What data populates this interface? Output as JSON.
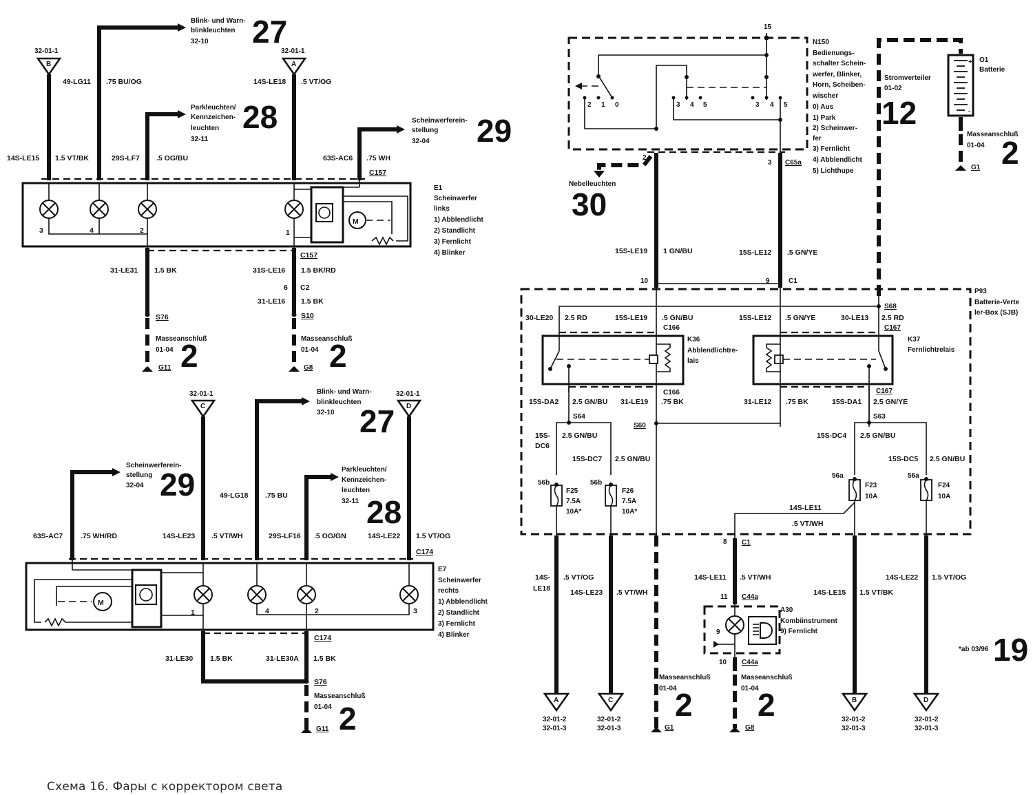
{
  "caption": "Схема 16. Фары с корректором света",
  "page_number": "19",
  "page_note": "*ab 03/96",
  "ground_label": "Masseanschluß",
  "ground_ref": "01-04",
  "ground_num": "2",
  "e1": {
    "id": "E1",
    "title_1": "Scheinwerfer",
    "title_2": "links",
    "legend": [
      "1)  Abblendlicht",
      "2)  Standlicht",
      "3)  Fernlicht",
      "4)  Blinker"
    ],
    "conn_top": "C157",
    "conn_bottom": "C157",
    "pins": [
      "3",
      "4",
      "2",
      "1"
    ],
    "conn_B": {
      "letter": "B",
      "ref": "32-01-1"
    },
    "conn_A": {
      "letter": "A",
      "ref": "32-01-1"
    },
    "wires": {
      "w1": {
        "code": "14S-LE15",
        "spec": "1.5 VT/BK"
      },
      "w2": {
        "code": "49-LG11",
        "spec": ".75 BU/OG"
      },
      "w3": {
        "code": "29S-LF7",
        "spec": ".5 OG/BU"
      },
      "w4": {
        "code": "14S-LE18",
        "spec": ".5 VT/OG"
      },
      "w5": {
        "code": "63S-AC6",
        "spec": ".75 WH"
      },
      "g1": {
        "code": "31-LE31",
        "spec": "1.5 BK"
      },
      "g2": {
        "code": "31S-LE16",
        "spec": "1.5 BK/RD"
      },
      "g3": {
        "code": "31-LE16",
        "spec": "1.5 BK"
      }
    },
    "c2_pin": "6",
    "c2": "C2",
    "splice_1": "S76",
    "splice_2": "S10",
    "ground_1": "G11",
    "ground_2": "G8",
    "ref27": {
      "text_1": "Blink- und Warn-",
      "text_2": "blinkleuchten",
      "ref": "32-10",
      "num": "27"
    },
    "ref28": {
      "text_1": "Parkleuchten/",
      "text_2": "Kennzeichen-",
      "text_3": "leuchten",
      "ref": "32-11",
      "num": "28"
    },
    "ref29": {
      "text_1": "Scheinwerferein-",
      "text_2": "stellung",
      "ref": "32-04",
      "num": "29"
    }
  },
  "e7": {
    "id": "E7",
    "title_1": "Scheinwerfer",
    "title_2": "rechts",
    "legend": [
      "1)  Abblendlicht",
      "2)  Standlicht",
      "3)  Fernlicht",
      "4)  Blinker"
    ],
    "conn_top": "C174",
    "conn_bottom": "C174",
    "pins": [
      "1",
      "4",
      "2",
      "3"
    ],
    "conn_C": {
      "letter": "C",
      "ref": "32-01-1"
    },
    "conn_D": {
      "letter": "D",
      "ref": "32-01-1"
    },
    "wires": {
      "w1": {
        "code": "63S-AC7",
        "spec": ".75 WH/RD"
      },
      "w2": {
        "code": "14S-LE23",
        "spec": ".5 VT/WH"
      },
      "w3": {
        "code": "49-LG18",
        "spec": ".75 BU"
      },
      "w4": {
        "code": "29S-LF16",
        "spec": ".5 OG/GN"
      },
      "w5": {
        "code": "14S-LE22",
        "spec": "1.5 VT/OG"
      },
      "g1": {
        "code": "31-LE30",
        "spec": "1.5 BK"
      },
      "g2": {
        "code": "31-LE30A",
        "spec": "1.5 BK"
      }
    },
    "splice": "S76",
    "ground": "G11",
    "ref27": {
      "text_1": "Blink- und Warn-",
      "text_2": "blinkleuchten",
      "ref": "32-10",
      "num": "27"
    },
    "ref28": {
      "text_1": "Parkleuchten/",
      "text_2": "Kennzeichen-",
      "text_3": "leuchten",
      "ref": "32-11",
      "num": "28"
    },
    "ref29": {
      "text_1": "Scheinwerferein-",
      "text_2": "stellung",
      "ref": "32-04",
      "num": "29"
    }
  },
  "n150": {
    "id": "N150",
    "title": [
      "Bedienungs-",
      "schalter Schein-",
      "werfer, Blinker,",
      "Horn, Scheiben-",
      "wischer"
    ],
    "legend": [
      "0)  Aus",
      "1)  Park",
      "2)  Scheinwer-",
      "     fer",
      "3)  Fernlicht",
      "4)  Abblendlicht",
      "5)  Lichthupe"
    ],
    "pin_top": "15",
    "switch_pos_a": [
      "2",
      "1",
      "0"
    ],
    "switch_pos_b": [
      "3",
      "4",
      "5"
    ],
    "switch_pos_c": [
      "3",
      "4",
      "5"
    ],
    "pin_left": "2",
    "pin_right": "3",
    "conn": "C65a",
    "fog_label": "Nebelleuchten",
    "fog_num": "30"
  },
  "battery": {
    "id": "O1",
    "name": "Batterie",
    "plus": "+",
    "minus": "-",
    "ground": "G1",
    "dist_label": "Stromverteiler",
    "dist_ref": "01-02",
    "dist_num": "12"
  },
  "p93": {
    "id": "P93",
    "title_1": "Batterie-Verte",
    "title_2": "ler-Box (SJB)",
    "in_wires": {
      "left": {
        "code": "15S-LE19",
        "spec": "1 GN/BU",
        "pin": "10"
      },
      "right": {
        "code": "15S-LE12",
        "spec": ".5 GN/YE",
        "pin": "9",
        "conn": "C1"
      }
    },
    "splice_top": "S68",
    "k36": {
      "id": "K36",
      "name_1": "Abblendlichtre-",
      "name_2": "lais",
      "conn": "C166",
      "conn_b": "C166",
      "w_in1": {
        "code": "30-LE20",
        "spec": "2.5 RD"
      },
      "w_in2": {
        "code": "15S-LE19",
        "spec": ".5 GN/BU"
      },
      "w_out1": {
        "code": "15S-DA2",
        "spec": "2.5 GN/BU"
      },
      "w_out2": {
        "code": "31-LE19",
        "spec": ".75 BK"
      }
    },
    "k37": {
      "id": "K37",
      "name": "Fernlichtrelais",
      "conn": "C167",
      "conn_b": "C167",
      "w_in1": {
        "code": "15S-LE12",
        "spec": ".5 GN/YE"
      },
      "w_in2": {
        "code": "30-LE13",
        "spec": "2.5 RD"
      },
      "w_out1": {
        "code": "31-LE12",
        "spec": ".75 BK"
      },
      "w_out2": {
        "code": "15S-DA1",
        "spec": "2.5 GN/YE"
      }
    },
    "splice_s64": "S64",
    "splice_s60": "S60",
    "splice_s63": "S63",
    "dc6": {
      "code_1": "15S-",
      "code_2": "DC6",
      "spec": "2.5 GN/BU"
    },
    "dc7": {
      "code": "15S-DC7",
      "spec": "2.5 GN/BU"
    },
    "dc4": {
      "code": "15S-DC4",
      "spec": "2.5 GN/BU"
    },
    "dc5": {
      "code": "15S-DC5",
      "spec": "2.5 GN/BU"
    },
    "fuses": [
      {
        "pos": "56b",
        "id": "F25",
        "rating": "7.5A",
        "alt": "10A*"
      },
      {
        "pos": "56b",
        "id": "F26",
        "rating": "7.5A",
        "alt": "10A*"
      },
      {
        "pos": "56a",
        "id": "F23",
        "rating": "10A",
        "alt": ""
      },
      {
        "pos": "56a",
        "id": "F24",
        "rating": "10A",
        "alt": ""
      }
    ],
    "le11": {
      "code": "14S-LE11",
      "spec": ".5 VT/WH"
    }
  },
  "bottom_right": {
    "c1_pin": "8",
    "c1": "C1",
    "w_le18": {
      "code_1": "14S-",
      "code_2": "LE18",
      "spec": ".5 VT/OG"
    },
    "w_le23": {
      "code": "14S-LE23",
      "spec": ".5 VT/WH"
    },
    "w_le11": {
      "code": "14S-LE11",
      "spec": ".5 VT/WH"
    },
    "w_le15": {
      "code": "14S-LE15",
      "spec": "1.5 VT/BK"
    },
    "w_le22": {
      "code": "14S-LE22",
      "spec": "1.5 VT/OG"
    },
    "a30": {
      "id": "A30",
      "name": "Kombiinstrument",
      "legend": "9)  Fernlicht",
      "pin_in": "11",
      "pin_out": "10",
      "lamp_pin": "9",
      "conn": "C44a"
    },
    "ground_g1": "G1",
    "ground_g8": "G8",
    "connectors": [
      {
        "letter": "A",
        "ref_1": "32-01-2",
        "ref_2": "32-01-3"
      },
      {
        "letter": "C",
        "ref_1": "32-01-2",
        "ref_2": "32-01-3"
      },
      {
        "letter": "B",
        "ref_1": "32-01-2",
        "ref_2": "32-01-3"
      },
      {
        "letter": "D",
        "ref_1": "32-01-2",
        "ref_2": "32-01-3"
      }
    ]
  }
}
